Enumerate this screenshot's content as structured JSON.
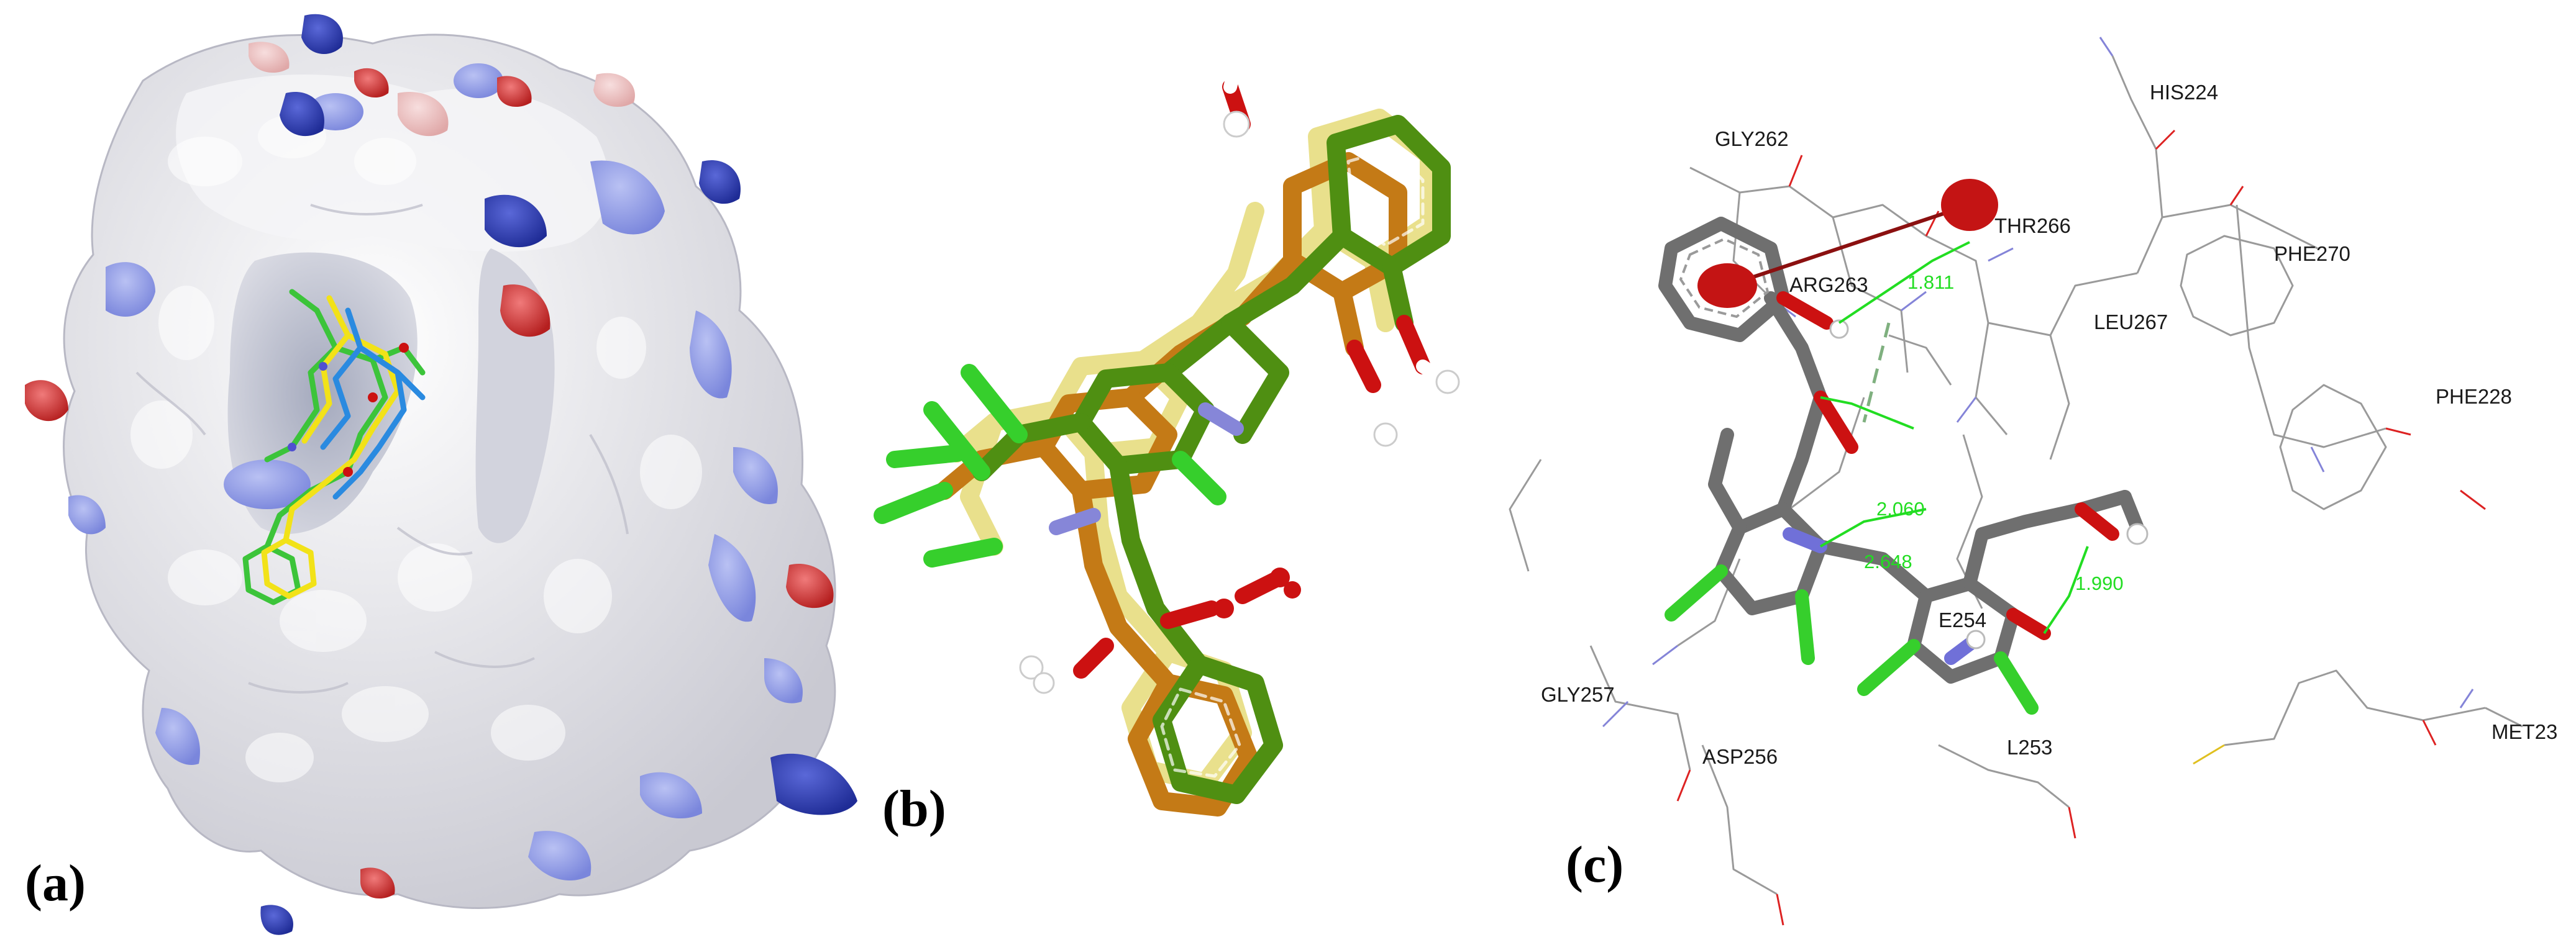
{
  "panels": {
    "a": {
      "label": "(a)"
    },
    "b": {
      "label": "(b)"
    },
    "c": {
      "label": "(c)"
    }
  },
  "residues": [
    {
      "id": "gly262",
      "text": "GLY262"
    },
    {
      "id": "his224",
      "text": "HIS224"
    },
    {
      "id": "thr266",
      "text": "THR266"
    },
    {
      "id": "arg263",
      "text": "ARG263"
    },
    {
      "id": "phe270",
      "text": "PHE270"
    },
    {
      "id": "leu267",
      "text": "LEU267"
    },
    {
      "id": "phe228",
      "text": "PHE228"
    },
    {
      "id": "e254",
      "text": "E254"
    },
    {
      "id": "gly257",
      "text": "GLY257"
    },
    {
      "id": "asp256",
      "text": "ASP256"
    },
    {
      "id": "l253",
      "text": "L253"
    },
    {
      "id": "met23",
      "text": "MET23"
    }
  ],
  "distances": [
    {
      "id": "d1",
      "text": "1.811"
    },
    {
      "id": "d2",
      "text": "2.060"
    },
    {
      "id": "d3",
      "text": "2.648"
    },
    {
      "id": "d4",
      "text": "1.990"
    }
  ],
  "colors": {
    "surface_white": "#f2f2f2",
    "surface_blue": "#8a96e6",
    "surface_deep_blue": "#2a3aa8",
    "surface_red": "#cc2a2a",
    "ligand_green": "#52b01e",
    "ligand_dark_green": "#4f8f12",
    "ligand_orange": "#c67a14",
    "ligand_yellow": "#e8e08a",
    "ligand_gray": "#6f6f6f",
    "chlorine": "#3acf2e",
    "oxygen": "#cc1111",
    "nitrogen": "#7070d8",
    "hbond": "#22dd22",
    "pi_interaction": "#8b1010"
  }
}
